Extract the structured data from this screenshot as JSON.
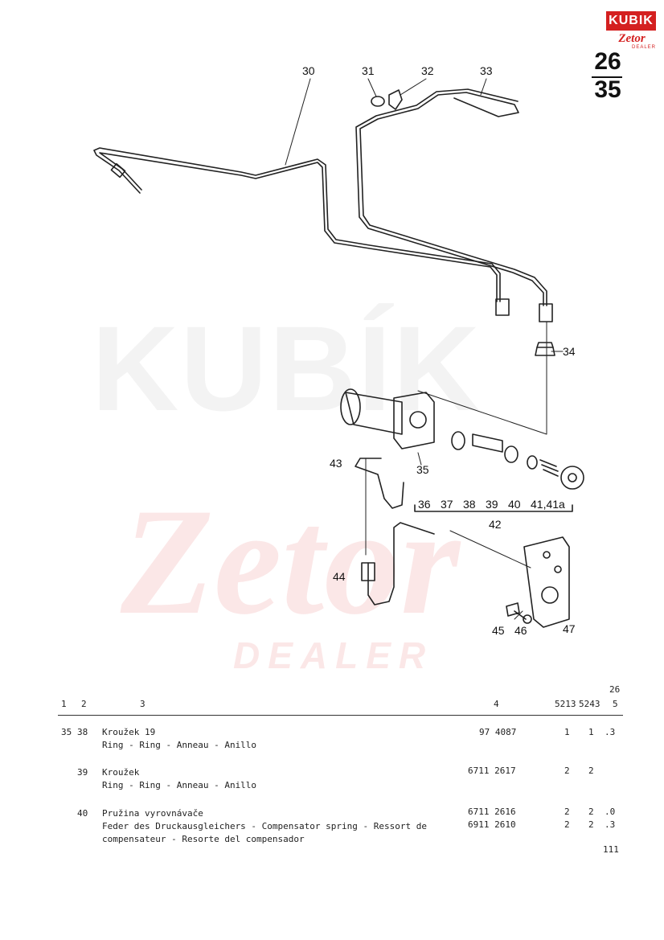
{
  "brand": {
    "logo_top": "KUBIK",
    "logo_bottom": "Zetor",
    "logo_sub": "DEALER",
    "accent": "#d42020"
  },
  "page": {
    "num_top": "26",
    "num_bottom": "35",
    "footer_page": "111"
  },
  "watermark": {
    "word1": "KUBÍK",
    "word2": "Zetor",
    "word3": "DEALER"
  },
  "callouts": {
    "c30": "30",
    "c31": "31",
    "c32": "32",
    "c33": "33",
    "c34": "34",
    "c35": "35",
    "c36": "36",
    "c37": "37",
    "c38": "38",
    "c39": "39",
    "c40": "40",
    "c41": "41,41a",
    "c42": "42",
    "c43": "43",
    "c44": "44",
    "c45": "45",
    "c46": "46",
    "c47": "47"
  },
  "table_header": {
    "col1": "1",
    "col2": "2",
    "col3": "3",
    "col4": "4",
    "col5a": "5213",
    "col5b": "5243",
    "col5c_top": "26",
    "col5c": "5"
  },
  "rows": [
    {
      "group": "35",
      "pos": "38",
      "name_cz": "Kroužek 19",
      "name_multi": "Ring - Ring - Anneau - Anillo",
      "part1": "97 4087",
      "part2": "",
      "q1": "1",
      "q2": "1",
      "note": ".3",
      "q1b": "",
      "q2b": "",
      "noteb": ""
    },
    {
      "group": "",
      "pos": "39",
      "name_cz": "Kroužek",
      "name_multi": "Ring - Ring - Anneau - Anillo",
      "part1": "6711 2617",
      "part2": "",
      "q1": "2",
      "q2": "2",
      "note": "",
      "q1b": "",
      "q2b": "",
      "noteb": ""
    },
    {
      "group": "",
      "pos": "40",
      "name_cz": "Pružina vyrovnávače",
      "name_multi": "Feder des Druckausgleichers - Compensator spring - Ressort de",
      "name_multi2": "compensateur - Resorte del compensador",
      "part1": "6711 2616",
      "part2": "6911 2610",
      "q1": "2",
      "q2": "2",
      "note": ".0",
      "q1b": "2",
      "q2b": "2",
      "noteb": ".3"
    }
  ]
}
